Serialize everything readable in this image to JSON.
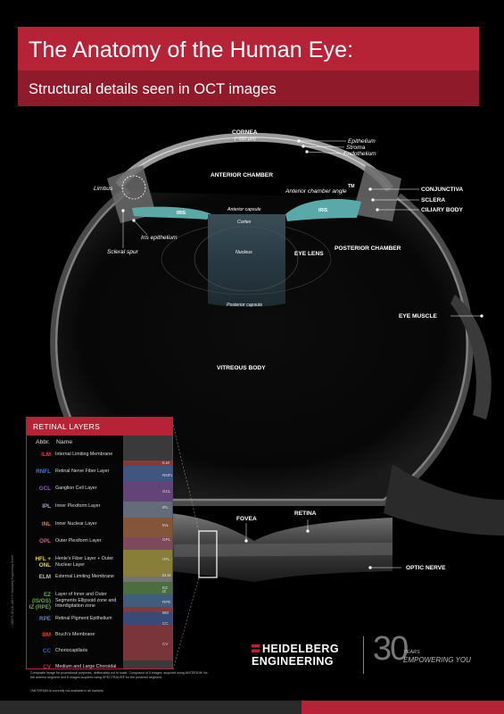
{
  "header": {
    "title": "The Anatomy of the Human Eye:",
    "subtitle": "Structural details seen in OCT images"
  },
  "labels": {
    "cornea": "CORNEA",
    "cornea_size": "(~550 µm)",
    "epithelium": "Epithelium",
    "stroma": "Stroma",
    "endothelium": "Endothelium",
    "anterior_chamber": "ANTERIOR CHAMBER",
    "limbus": "Limbus",
    "anterior_chamber_angle": "Anterior chamber angle",
    "tm": "TM",
    "conjunctiva": "CONJUNCTIVA",
    "sclera": "SCLERA",
    "ciliary_body": "CILIARY BODY",
    "iris_left": "IRIS",
    "iris_right": "IRIS",
    "anterior_capsule": "Anterior capsule",
    "cortex": "Cortex",
    "iris_epithelium": "Iris epithelium",
    "scleral_spur": "Scleral spur",
    "nucleus": "Nucleus",
    "eye_lens": "EYE LENS",
    "posterior_chamber": "POSTERIOR CHAMBER",
    "posterior_capsule": "Posterior capsule",
    "eye_muscle": "EYE MUSCLE",
    "vitreous_body": "VITREOUS BODY",
    "fovea": "FOVEA",
    "retina": "RETINA",
    "optic_nerve": "OPTIC NERVE"
  },
  "retinal_panel": {
    "title": "RETINAL LAYERS",
    "col_abbr": "Abbr.",
    "col_name": "Name",
    "layers": [
      {
        "abbr": "ILM",
        "name": "Internal Limiting Membrane",
        "color": "#e23a3a"
      },
      {
        "abbr": "RNFL",
        "name": "Retinal Nerve Fiber Layer",
        "color": "#4a78d8"
      },
      {
        "abbr": "GCL",
        "name": "Ganglion Cell Layer",
        "color": "#9a4fc8"
      },
      {
        "abbr": "IPL",
        "name": "Inner Plexiform Layer",
        "color": "#9aa8c8"
      },
      {
        "abbr": "INL",
        "name": "Inner Nuclear Layer",
        "color": "#e07a3a"
      },
      {
        "abbr": "OPL",
        "name": "Outer Plexiform Layer",
        "color": "#d0608a"
      },
      {
        "abbr": "HFL + ONL",
        "name": "Henle's Fiber Layer + Outer Nuclear Layer",
        "color": "#e8d23a"
      },
      {
        "abbr": "ELM",
        "name": "External Limiting Membrane",
        "color": "#bbbbbb"
      },
      {
        "abbr": "EZ (IS/OS) IZ (RPE)",
        "name": "Layer of Inner and Outer Segments Ellipsoid zone and Interdigitation zone",
        "color": "#5fb04a"
      },
      {
        "abbr": "RPE",
        "name": "Retinal Pigment Epithelium",
        "color": "#4a8ad8"
      },
      {
        "abbr": "BM",
        "name": "Bruch's Membrane",
        "color": "#e23a3a"
      },
      {
        "abbr": "CC",
        "name": "Choriocapillaris",
        "color": "#3a5fc8"
      },
      {
        "abbr": "CV",
        "name": "Medium and Large Choroidal Vessels",
        "color": "#c8303a"
      }
    ],
    "strip_labels": [
      "ILM",
      "RNFL",
      "GCL",
      "IPL",
      "INL",
      "OPL",
      "HFL + ONL",
      "ELM",
      "EZ",
      "IZ",
      "RPE",
      "BM",
      "CC",
      "CV"
    ]
  },
  "footer": {
    "note": "Composite image for promotional purposes, deliberately not to scale. Composed of 5 images: acquired using ANTERION* for the anterior segment and 6 images acquired using SPECTRALIS® for the posterior segment.",
    "note2": "*ANTERION is currently not available in all markets.",
    "vertical": "200071-001 IN. AE19 © Heidelberg Engineering GmbH",
    "brand_line1": "HEIDELBERG",
    "brand_line2": "ENGINEERING",
    "thirty": "30",
    "years": "YEARS",
    "empowering": "EMPOWERING YOU"
  },
  "colors": {
    "brand_red": "#b62336",
    "dark_red": "#8f1a2a"
  }
}
